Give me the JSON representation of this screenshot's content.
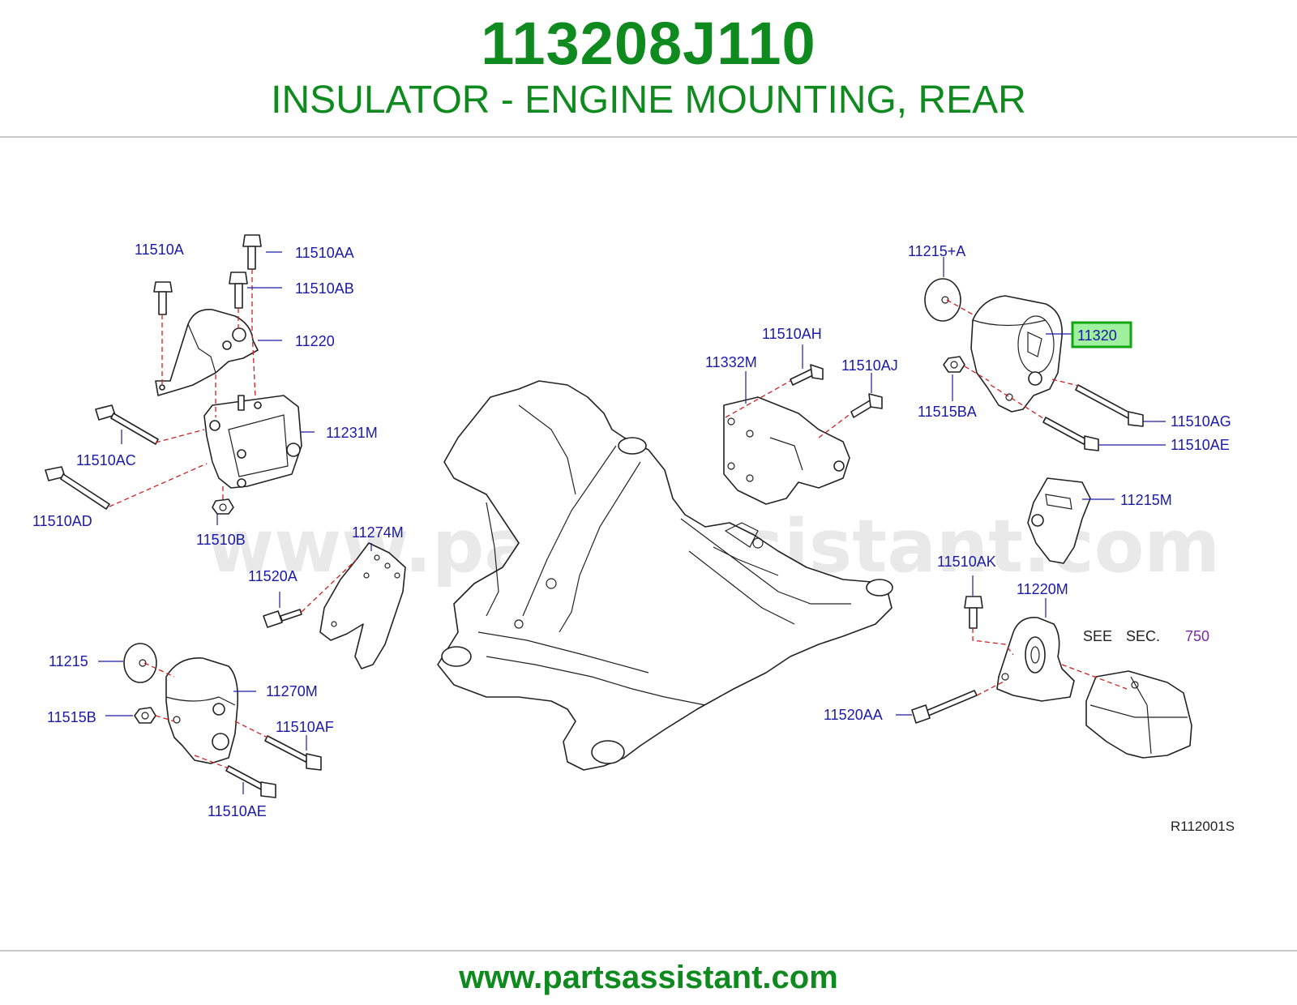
{
  "header": {
    "part_number": "113208J110",
    "description": "INSULATOR - ENGINE MOUNTING, REAR"
  },
  "watermark": "www.partsassistant.com",
  "footer": {
    "url": "www.partsassistant.com"
  },
  "diagram_code": "R112001S",
  "see_section": {
    "see": "SEE",
    "sec": "SEC.",
    "number": "750"
  },
  "highlighted_part": "11320",
  "callouts": {
    "c11510A": "11510A",
    "c11510AA": "11510AA",
    "c11510AB": "11510AB",
    "c11220": "11220",
    "c11231M": "11231M",
    "c11510AC": "11510AC",
    "c11510AD": "11510AD",
    "c11510B": "11510B",
    "c11274M": "11274M",
    "c11520A": "11520A",
    "c11215": "11215",
    "c11270M": "11270M",
    "c11515B": "11515B",
    "c11510AF": "11510AF",
    "c11510AE_left": "11510AE",
    "c11510AH": "11510AH",
    "c11332M": "11332M",
    "c11510AJ": "11510AJ",
    "c11215A": "11215+A",
    "c11515BA": "11515BA",
    "c11510AG": "11510AG",
    "c11510AE_right": "11510AE",
    "c11215M": "11215M",
    "c11510AK": "11510AK",
    "c11220M": "11220M",
    "c11520AA": "11520AA"
  },
  "colors": {
    "title_green": "#0f8a1e",
    "callout_blue": "#1a1aa8",
    "section_purple": "#7a2aa8",
    "highlight_fill": "#9ff09f",
    "dash_red": "#d21f1f"
  }
}
